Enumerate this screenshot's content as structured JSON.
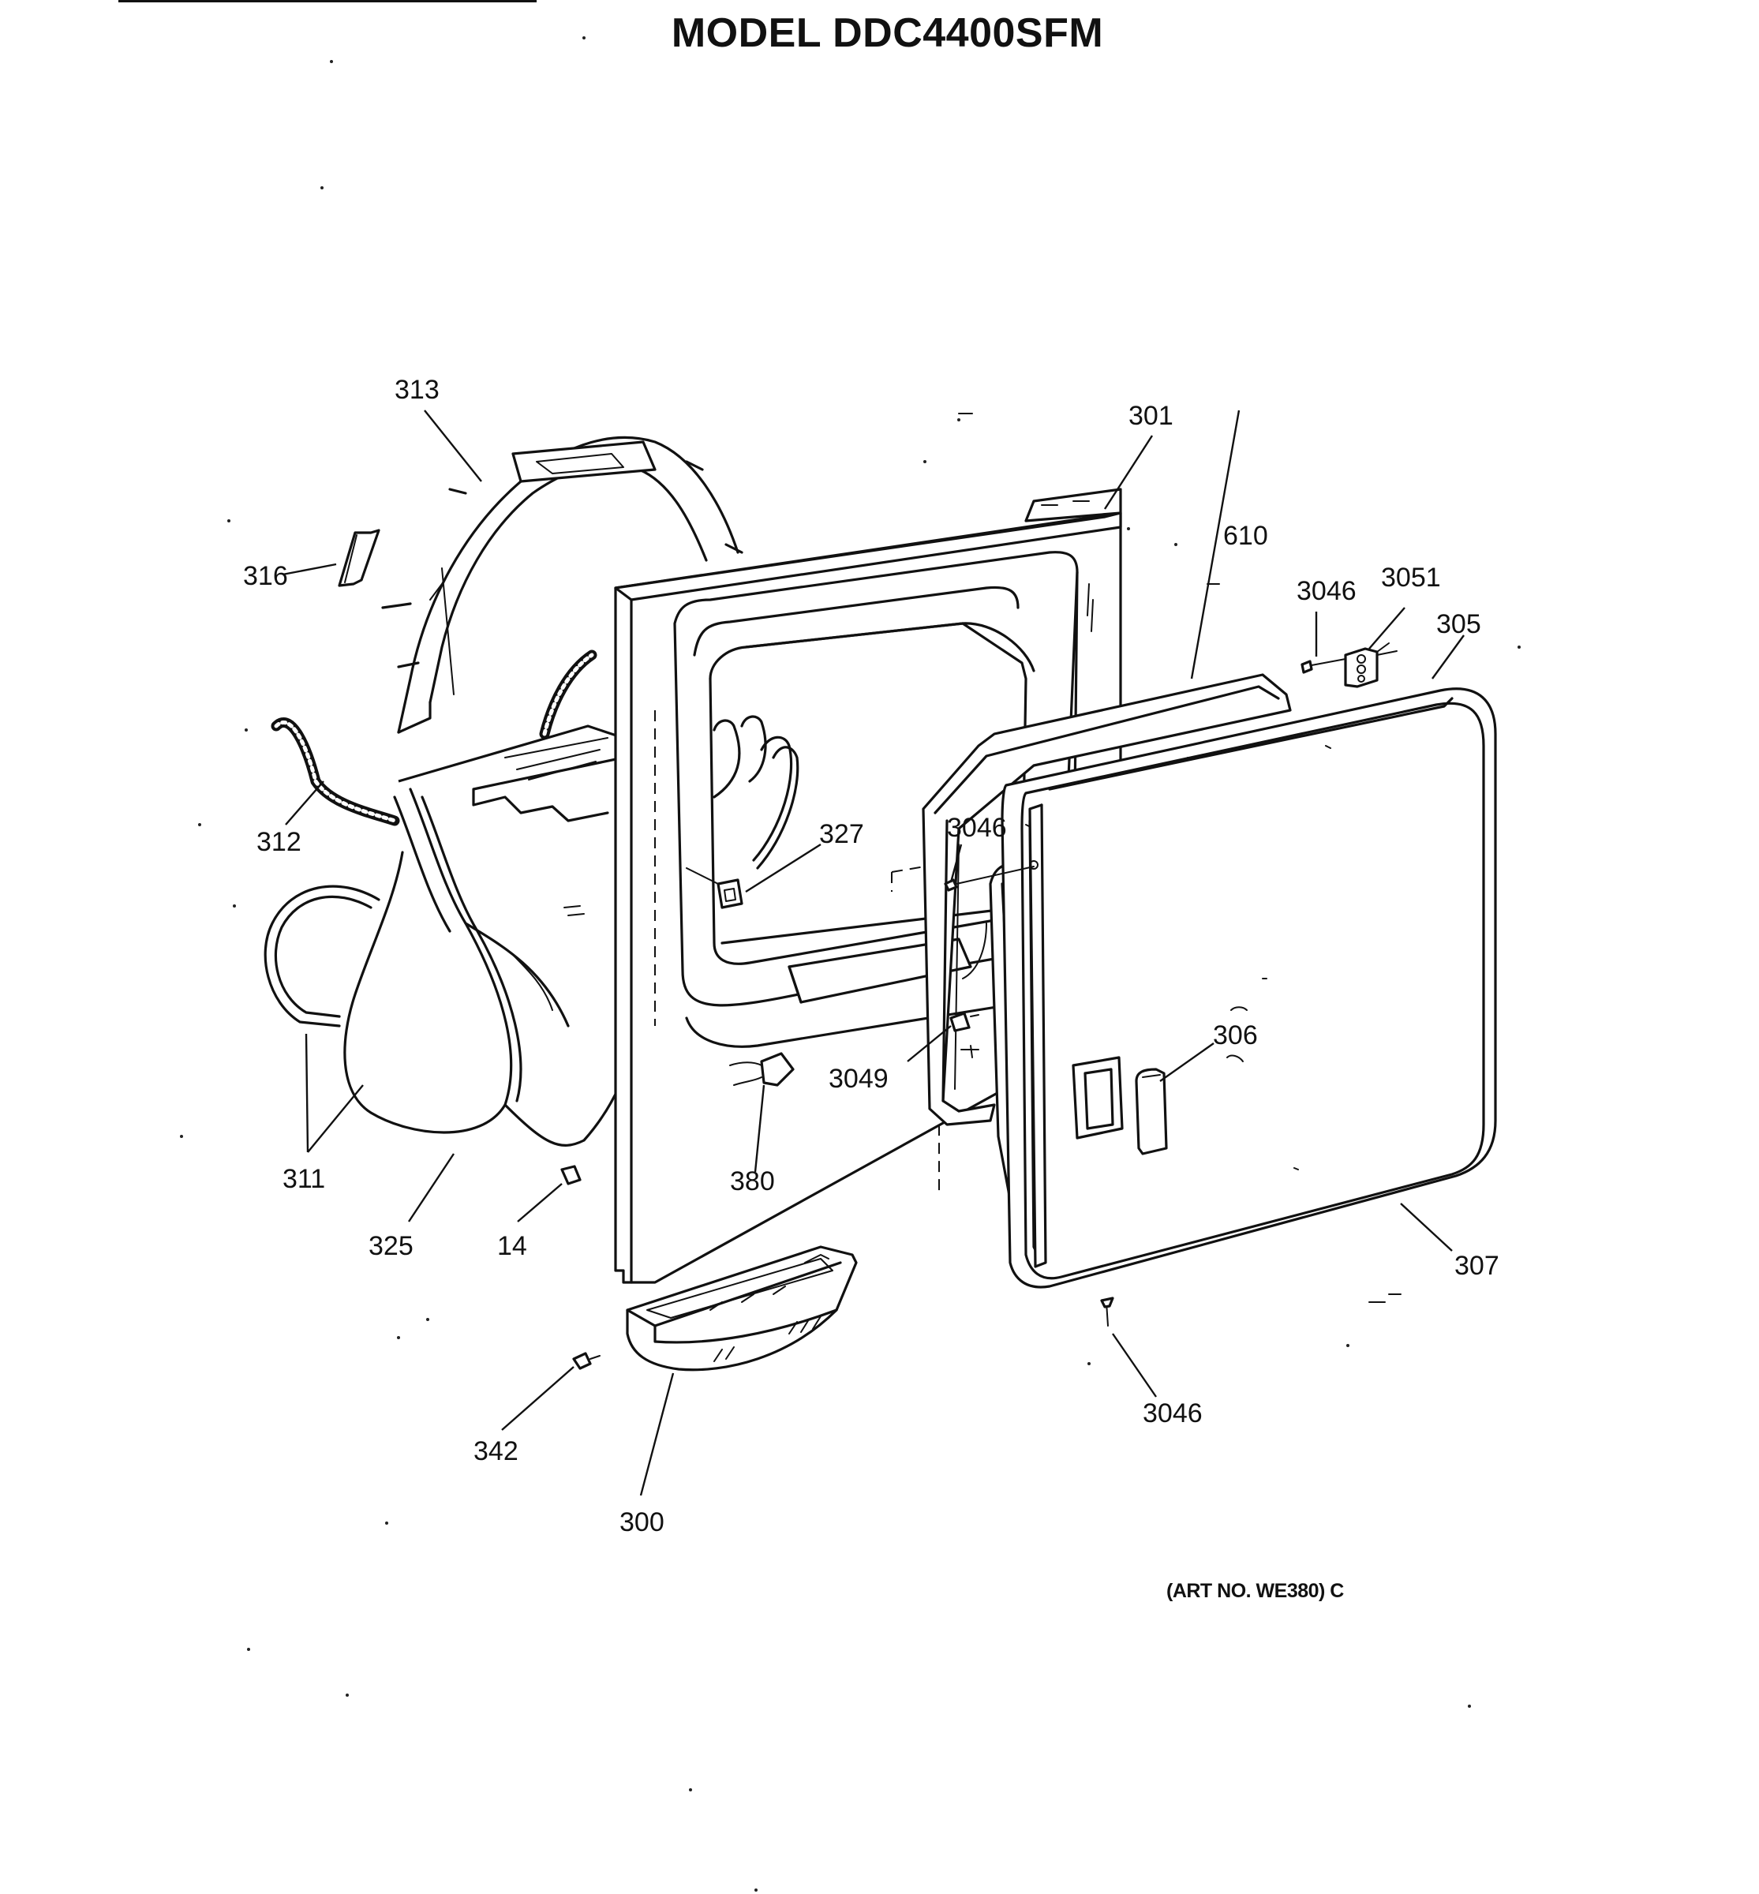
{
  "title": "MODEL DDC4400SFM",
  "art_number": "(ART NO. WE380) C",
  "parts": [
    {
      "id": "p313",
      "label": "313"
    },
    {
      "id": "p301",
      "label": "301"
    },
    {
      "id": "p610",
      "label": "610"
    },
    {
      "id": "p3046a",
      "label": "3046"
    },
    {
      "id": "p3051",
      "label": "3051"
    },
    {
      "id": "p305",
      "label": "305"
    },
    {
      "id": "p316",
      "label": "316"
    },
    {
      "id": "p312",
      "label": "312"
    },
    {
      "id": "p327",
      "label": "327"
    },
    {
      "id": "p3046b",
      "label": "3046"
    },
    {
      "id": "p306",
      "label": "306"
    },
    {
      "id": "p3049",
      "label": "3049"
    },
    {
      "id": "p311",
      "label": "311"
    },
    {
      "id": "p380",
      "label": "380"
    },
    {
      "id": "p325",
      "label": "325"
    },
    {
      "id": "p14",
      "label": "14"
    },
    {
      "id": "p307",
      "label": "307"
    },
    {
      "id": "p3046c",
      "label": "3046"
    },
    {
      "id": "p342",
      "label": "342"
    },
    {
      "id": "p300",
      "label": "300"
    }
  ]
}
